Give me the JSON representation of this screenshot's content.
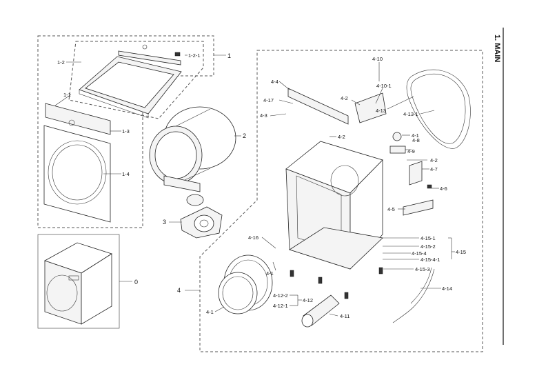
{
  "section_title": "1. MAIN",
  "labels": {
    "l_1": "1",
    "l_1_1": "1-1",
    "l_1_2": "1-2",
    "l_1_2_1": "1-2-1",
    "l_1_3": "1-3",
    "l_1_4": "1-4",
    "l_2": "2",
    "l_3": "3",
    "l_0": "0",
    "l_4": "4",
    "l_4_10": "4-10",
    "l_4_10_1": "4-10-1",
    "l_4_2_a": "4-2",
    "l_4_13": "4-13",
    "l_4_13_1": "4-13-1",
    "l_4_4": "4-4",
    "l_4_17": "4-17",
    "l_4_3": "4-3",
    "l_4_2_b": "4-2",
    "l_4_1_a": "4-1",
    "l_4_8": "4-8",
    "l_4_9": "4-9",
    "l_4_2_c": "4-2",
    "l_4_7": "4-7",
    "l_4_6": "4-6",
    "l_4_5": "4-5",
    "l_4_15_1": "4-15-1",
    "l_4_15_2": "4-15-2",
    "l_4_15_4": "4-15-4",
    "l_4_15_4_1": "4-15-4-1",
    "l_4_15": "4-15",
    "l_4_15_3": "4-15-3",
    "l_4_16": "4-16",
    "l_4_1_b": "4-1",
    "l_4_12_2": "4-12-2",
    "l_4_12": "4-12",
    "l_4_12_1": "4-12-1",
    "l_4_1_c": "4-1",
    "l_4_11": "4-11",
    "l_4_14": "4-14"
  }
}
